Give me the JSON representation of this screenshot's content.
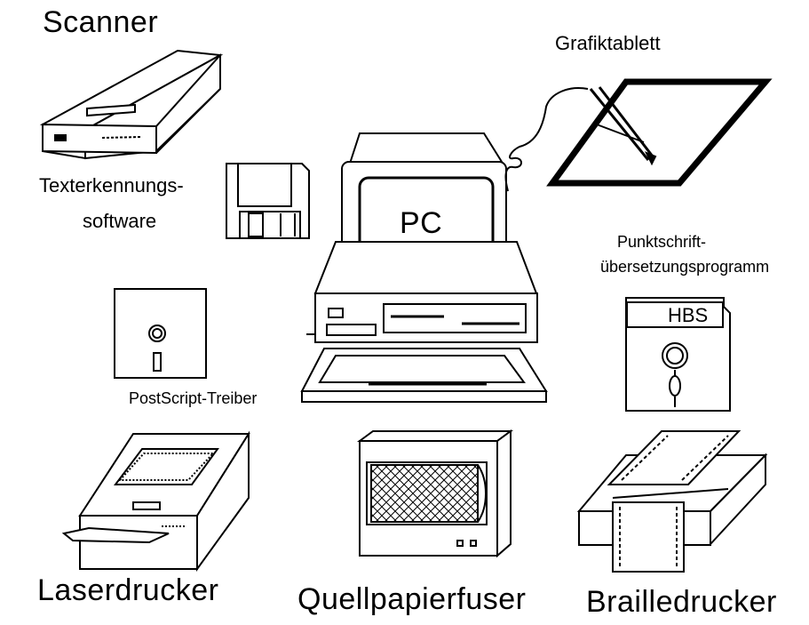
{
  "labels": {
    "scanner": "Scanner",
    "ocr_software_line1": "Texterkennungs-",
    "ocr_software_line2": "software",
    "pc": "PC",
    "graphics_tablet": "Grafiktablett",
    "braille_translation_line1": "Punktschrift-",
    "braille_translation_line2": "übersetzungsprogramm",
    "hbs": "HBS",
    "postscript_driver": "PostScript-Treiber",
    "laser_printer": "Laserdrucker",
    "swell_paper_fuser": "Quellpapierfuser",
    "braille_printer": "Brailledrucker"
  },
  "colors": {
    "ink": "#000000",
    "paper": "#ffffff"
  }
}
